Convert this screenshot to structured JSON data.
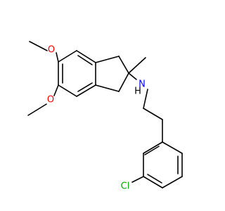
{
  "molecule": {
    "colors": {
      "bond": "#000000",
      "oxygen": "#ff0000",
      "nitrogen": "#0000ff",
      "chlorine": "#00aa00",
      "hydrogen": "#000000"
    },
    "atoms": {
      "oxygen_upper": "O",
      "oxygen_lower": "O",
      "nitrogen": "N",
      "amine_hydrogen": "H",
      "chlorine": "Cl"
    }
  }
}
